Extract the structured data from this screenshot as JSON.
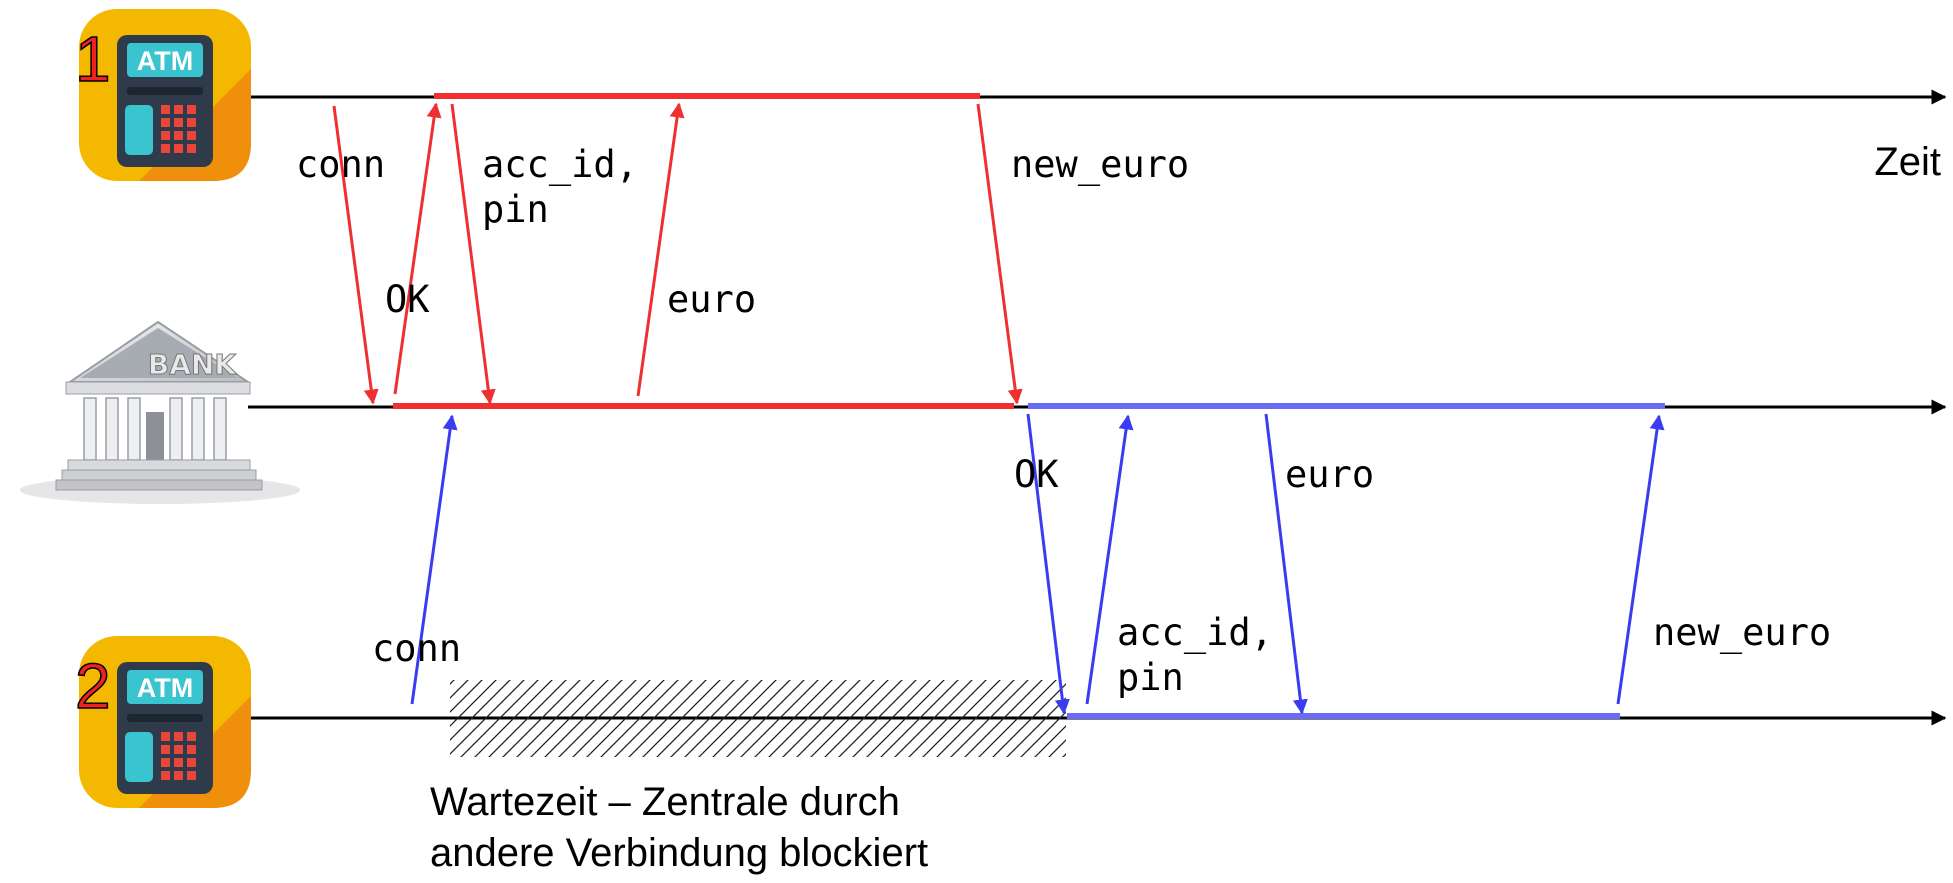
{
  "time_label": "Zeit",
  "atm1": {
    "number": "1",
    "label": "ATM"
  },
  "atm2": {
    "number": "2",
    "label": "ATM"
  },
  "bank": {
    "label": "BANK"
  },
  "colors": {
    "session1": "#f03030",
    "session2": "#5a5cf2",
    "axis": "#000000"
  },
  "session1_messages": {
    "conn": "conn",
    "ok": "OK",
    "acc_id": "acc_id,",
    "pin": "pin",
    "euro": "euro",
    "new_euro": "new_euro"
  },
  "session2_messages": {
    "conn": "conn",
    "ok": "OK",
    "acc_id": "acc_id,",
    "pin": "pin",
    "euro": "euro",
    "new_euro": "new_euro"
  },
  "wait_caption": {
    "line1": "Wartezeit – Zentrale durch",
    "line2": "andere Verbindung blockiert"
  }
}
